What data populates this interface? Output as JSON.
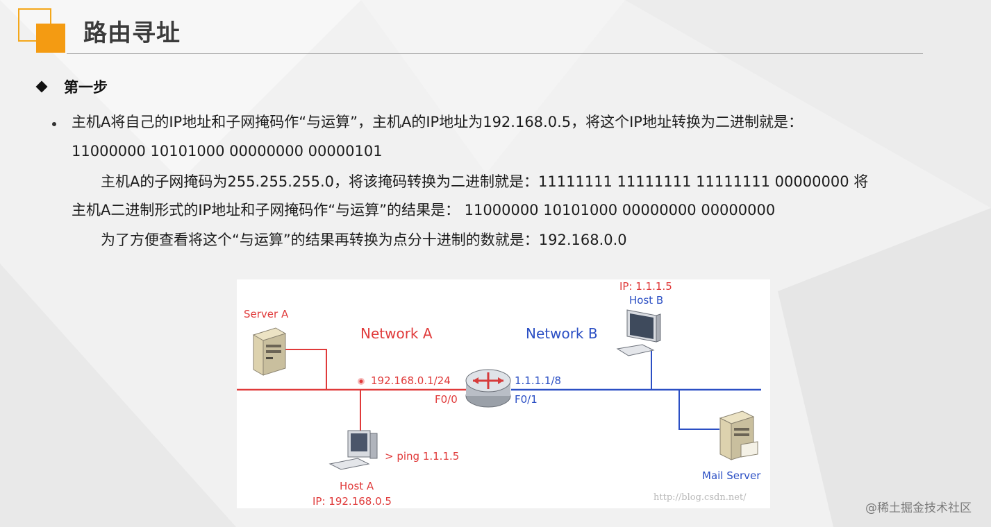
{
  "slide": {
    "title": "路由寻址",
    "step_title": "第一步",
    "line1": "主机A将自己的IP地址和子网掩码作“与运算”，主机A的IP地址为192.168.0.5，将这个IP地址转换为二进制就是：",
    "line2": "11000000 10101000 00000000 00000101",
    "line3": "主机A的子网掩码为255.255.255.0，将该掩码转换为二进制就是：11111111 11111111 11111111 00000000 将",
    "line4": "主机A二进制形式的IP地址和子网掩码作“与运算”的结果是：  11000000 10101000 00000000 00000000",
    "line5": "为了方便查看将这个“与运算”的结果再转换为点分十进制的数就是：192.168.0.0"
  },
  "diagram": {
    "server_a": "Server A",
    "network_a": "Network A",
    "network_b": "Network B",
    "host_b_ip": "IP: 1.1.1.5",
    "host_b": "Host B",
    "gw_a": "192.168.0.1/24",
    "gw_b": "1.1.1.1/8",
    "port_a": "F0/0",
    "port_b": "F0/1",
    "ping": "> ping 1.1.1.5",
    "host_a": "Host A",
    "host_a_ip": "IP: 192.168.0.5",
    "mail_server": "Mail Server",
    "watermark": "http://blog.csdn.net/",
    "colors": {
      "network_a": "#e03a3a",
      "network_b": "#2b4fc4"
    }
  },
  "site_mark": "@稀土掘金技术社区"
}
